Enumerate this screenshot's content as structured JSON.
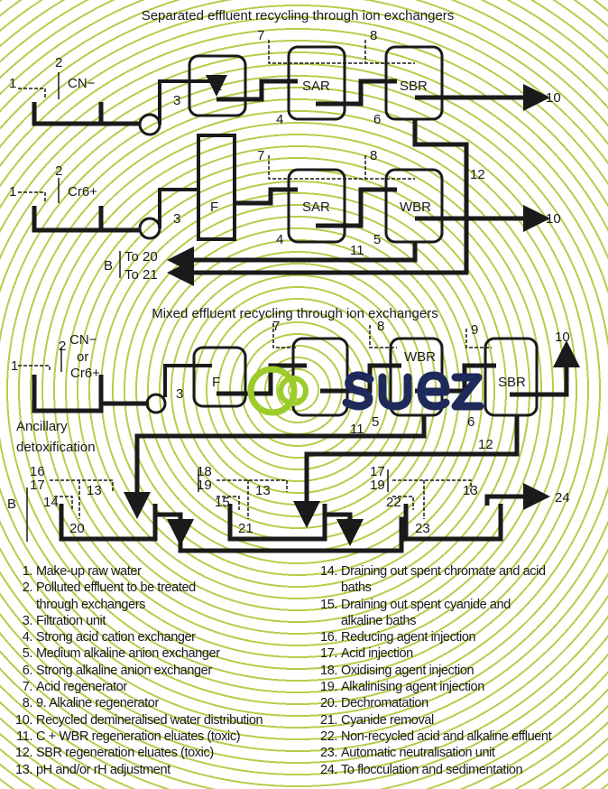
{
  "titles": {
    "separated": "Separated effluent recycling through ion exchangers",
    "mixed": "Mixed effluent recycling through ion exchangers"
  },
  "labels": {
    "cn": "CN−",
    "cr": "Cr6+",
    "cn_or": "CN−",
    "or": "or",
    "cr_mixed": "Cr6+",
    "f": "F",
    "sar": "SAR",
    "sbr": "SBR",
    "wbr": "WBR",
    "b": "B",
    "to20": "To 20",
    "to21": "To 21",
    "ancillary1": "Ancillary",
    "ancillary2": "detoxification",
    "n1": "1",
    "n2": "2",
    "n3": "3",
    "n4": "4",
    "n5": "5",
    "n6": "6",
    "n7": "7",
    "n8": "8",
    "n9": "9",
    "n10": "10",
    "n11": "11",
    "n12": "12",
    "n13": "13",
    "n14": "14",
    "n15": "15",
    "n16": "16",
    "n17": "17",
    "n18": "18",
    "n19": "19",
    "n20": "20",
    "n21": "21",
    "n22": "22",
    "n23": "23",
    "n24": "24"
  },
  "logo": {
    "text": "suez",
    "colors": {
      "green": "#9ccc2a",
      "navy": "#1e2a5a"
    }
  },
  "legend_left": [
    {
      "n": "1.",
      "t": "Make-up raw water"
    },
    {
      "n": "2.",
      "t": "Polluted effluent to be treated",
      "t2": "through exchangers"
    },
    {
      "n": "3.",
      "t": "Filtration unit"
    },
    {
      "n": "4.",
      "t": "Strong acid cation exchanger"
    },
    {
      "n": "5.",
      "t": "Medium alkaline anion exchanger"
    },
    {
      "n": "6.",
      "t": "Strong alkaline anion exchanger"
    },
    {
      "n": "7.",
      "t": "Acid regenerator"
    },
    {
      "n": "8.",
      "t": "9. Alkaline regenerator"
    },
    {
      "n": "10.",
      "t": "Recycled demineralised water distribution"
    },
    {
      "n": "11.",
      "t": "C + WBR regeneration eluates (toxic)"
    },
    {
      "n": "12.",
      "t": "SBR regeneration eluates (toxic)"
    },
    {
      "n": "13.",
      "t": "pH and/or rH adjustment"
    }
  ],
  "legend_right": [
    {
      "n": "14.",
      "t": "Draining out spent chromate and acid",
      "t2": "baths"
    },
    {
      "n": "15.",
      "t": "Draining out spent cyanide and",
      "t2": "alkaline baths"
    },
    {
      "n": "16.",
      "t": "Reducing agent injection"
    },
    {
      "n": "17.",
      "t": "Acid injection"
    },
    {
      "n": "18.",
      "t": "Oxidising agent injection"
    },
    {
      "n": "19.",
      "t": "Alkalinising agent injection"
    },
    {
      "n": "20.",
      "t": "Dechromatation"
    },
    {
      "n": "21.",
      "t": "Cyanide removal"
    },
    {
      "n": "22.",
      "t": "Non-recycled acid and alkaline effluent"
    },
    {
      "n": "23.",
      "t": "Automatic neutralisation unit"
    },
    {
      "n": "24.",
      "t": "To flocculation and sedimentation"
    }
  ],
  "colors": {
    "rings": "#b9cc4c",
    "lines": "#1a1a1a"
  }
}
